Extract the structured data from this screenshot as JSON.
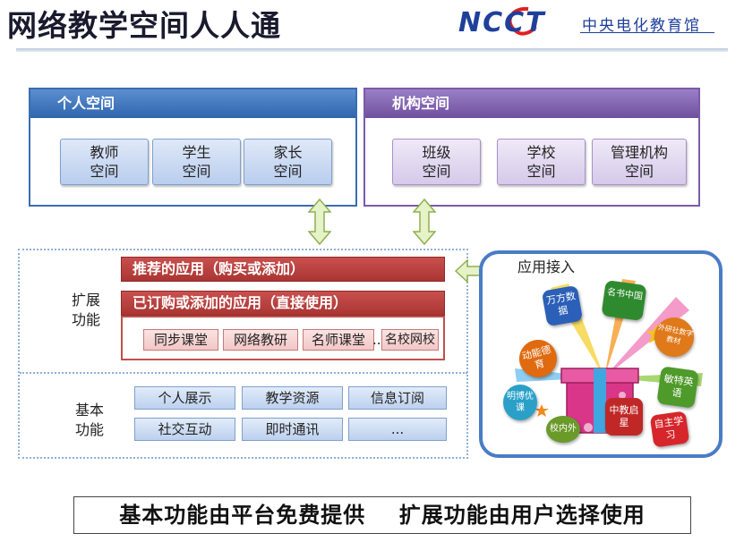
{
  "header": {
    "title": "网络教学空间人人通",
    "logo_text": "NCCT",
    "org_name": "中央电化教育馆"
  },
  "personal_space": {
    "title": "个人空间",
    "items": [
      {
        "line1": "教师",
        "line2": "空间"
      },
      {
        "line1": "学生",
        "line2": "空间"
      },
      {
        "line1": "家长",
        "line2": "空间"
      }
    ]
  },
  "org_space": {
    "title": "机构空间",
    "items": [
      {
        "line1": "班级",
        "line2": "空间"
      },
      {
        "line1": "学校",
        "line2": "空间"
      },
      {
        "line1": "管理机构",
        "line2": "空间"
      }
    ]
  },
  "extended": {
    "label_line1": "扩展",
    "label_line2": "功能",
    "recommended": "推荐的应用（购买或添加）",
    "subscribed": "已订购或添加的应用（直接使用）",
    "apps": [
      "同步课堂",
      "网络教研",
      "名师课堂",
      "...",
      "名校网校"
    ]
  },
  "basic": {
    "label_line1": "基本",
    "label_line2": "功能",
    "items": [
      "个人展示",
      "教学资源",
      "信息订阅",
      "社交互动",
      "即时通讯",
      "..."
    ]
  },
  "app_access": {
    "label": "应用接入",
    "icons": [
      {
        "text": "万方数据",
        "icon": "wanfang-data-icon",
        "color": "#2b5fb8"
      },
      {
        "text": "名书中国",
        "icon": "book-china-icon",
        "color": "#2f8a2f"
      },
      {
        "text": "外研社数字教材",
        "icon": "fltrp-digital-textbook-icon",
        "color": "#e0791a"
      },
      {
        "text": "动能德育",
        "icon": "moral-education-icon",
        "color": "#e06a10"
      },
      {
        "text": "敏特英语",
        "icon": "mint-english-icon",
        "color": "#4e9a2a"
      },
      {
        "text": "明博优课",
        "icon": "mingbo-lesson-icon",
        "color": "#2aa0c8"
      },
      {
        "text": "中教启星",
        "icon": "zhongjiao-qixing-icon",
        "color": "#c02828"
      },
      {
        "text": "校内外",
        "icon": "in-out-school-icon",
        "color": "#6a9a2a"
      },
      {
        "text": "自主学习",
        "icon": "self-study-icon",
        "color": "#d6262b"
      }
    ]
  },
  "footer": {
    "text": "基本功能由平台免费提供    扩展功能由用户选择使用"
  },
  "colors": {
    "personal": "#3a6cb2",
    "organization": "#7a5aa8",
    "extended": "#b23f3c",
    "basic_chip": "#bcd0ee",
    "access_border": "#4a7cc6"
  }
}
